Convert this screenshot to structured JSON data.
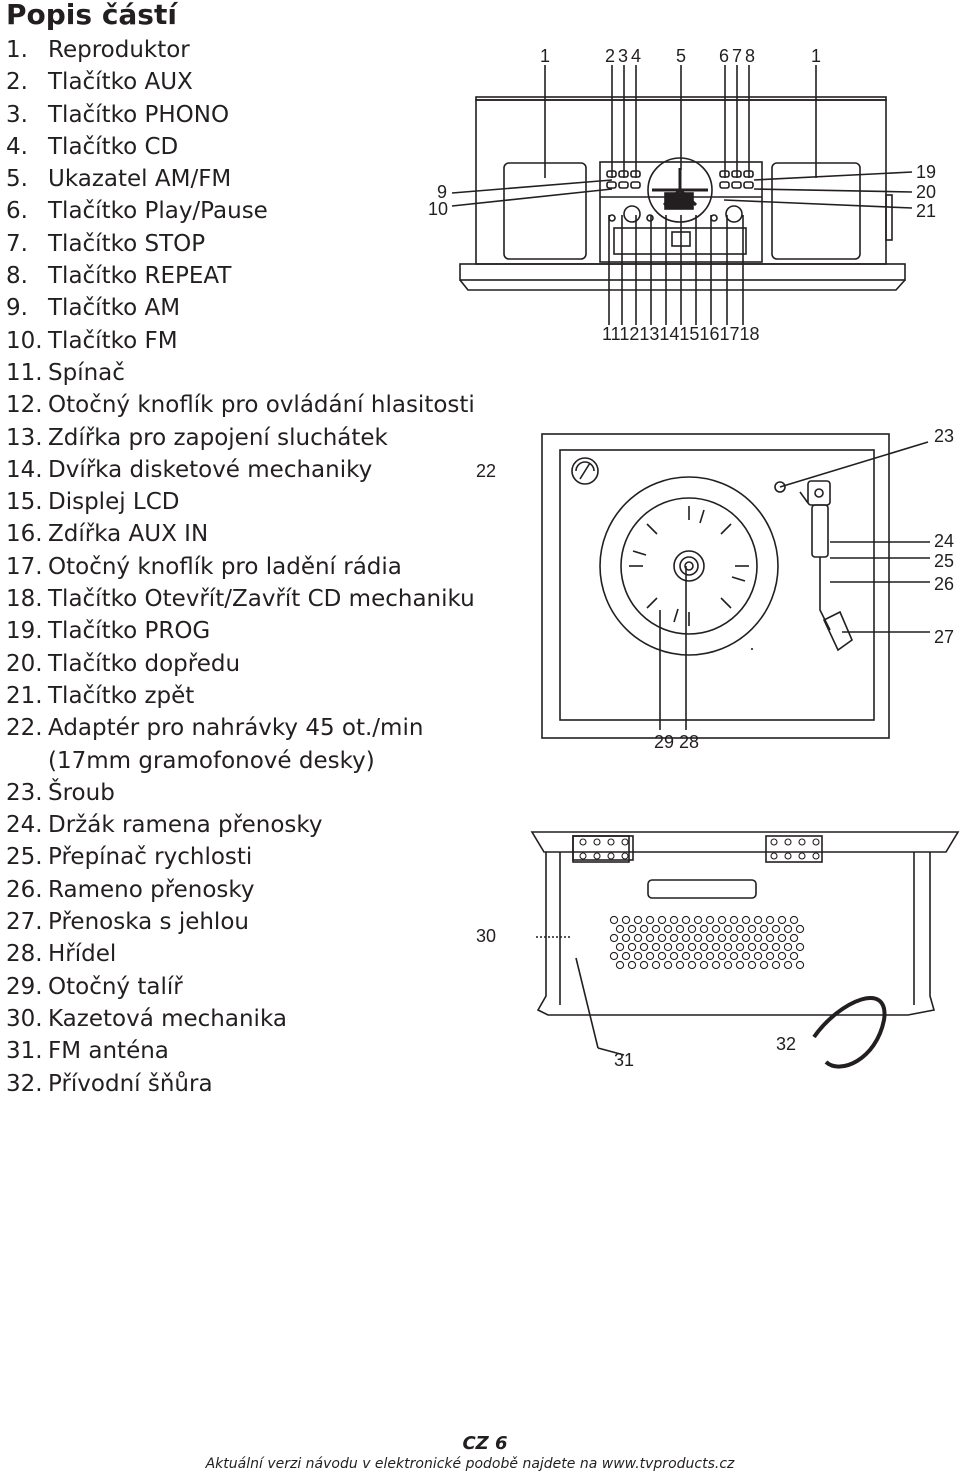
{
  "title": "Popis částí",
  "parts": [
    {
      "num": "1.",
      "text": "Reproduktor"
    },
    {
      "num": "2.",
      "text": "Tlačítko AUX"
    },
    {
      "num": "3.",
      "text": "Tlačítko PHONO"
    },
    {
      "num": "4.",
      "text": "Tlačítko CD"
    },
    {
      "num": "5.",
      "text": "Ukazatel AM/FM"
    },
    {
      "num": "6.",
      "text": "Tlačítko Play/Pause"
    },
    {
      "num": "7.",
      "text": "Tlačítko STOP"
    },
    {
      "num": "8.",
      "text": "Tlačítko REPEAT"
    },
    {
      "num": "9.",
      "text": "Tlačítko AM"
    },
    {
      "num": "10.",
      "text": "Tlačítko FM"
    },
    {
      "num": "11.",
      "text": "Spínač"
    },
    {
      "num": "12.",
      "text": "Otočný knoflík pro ovládání hlasitosti"
    },
    {
      "num": "13.",
      "text": "Zdířka pro zapojení sluchátek"
    },
    {
      "num": "14.",
      "text": "Dvířka disketové mechaniky"
    },
    {
      "num": "15.",
      "text": "Displej LCD"
    },
    {
      "num": "16.",
      "text": "Zdířka AUX IN"
    },
    {
      "num": "17.",
      "text": "Otočný knoflík pro ladění rádia"
    },
    {
      "num": "18.",
      "text": "Tlačítko Otevřít/Zavřít CD mechaniku"
    },
    {
      "num": "19.",
      "text": "Tlačítko PROG"
    },
    {
      "num": "20.",
      "text": "Tlačítko dopředu"
    },
    {
      "num": "21.",
      "text": "Tlačítko zpět"
    },
    {
      "num": "22.",
      "text": "Adaptér pro nahrávky 45 ot./min",
      "cont": "(17mm gramofonové desky)"
    },
    {
      "num": "23.",
      "text": "Šroub"
    },
    {
      "num": "24.",
      "text": "Držák ramena přenosky"
    },
    {
      "num": "25.",
      "text": "Přepínač rychlosti"
    },
    {
      "num": "26.",
      "text": "Rameno přenosky"
    },
    {
      "num": "27.",
      "text": "Přenoska s jehlou"
    },
    {
      "num": "28.",
      "text": "Hřídel"
    },
    {
      "num": "29.",
      "text": "Otočný talíř"
    },
    {
      "num": "30.",
      "text": "Kazetová mechanika"
    },
    {
      "num": "31.",
      "text": "FM anténa"
    },
    {
      "num": "32.",
      "text": "Přívodní šňůra"
    }
  ],
  "callouts": {
    "front_top": [
      "1",
      "2",
      "3",
      "4",
      "5",
      "6",
      "7",
      "8",
      "1"
    ],
    "front_left": [
      "9",
      "10"
    ],
    "front_right": [
      "19",
      "20",
      "21"
    ],
    "front_bottom": "1112131415161718",
    "top_view": [
      "22",
      "23",
      "24",
      "25",
      "26",
      "27",
      "29 28"
    ],
    "back_view": [
      "30",
      "31",
      "32"
    ]
  },
  "footer": {
    "page": "CZ 6",
    "note": "Aktuální verzi návodu v elektronické podobě najdete na www.tvproducts.cz"
  }
}
